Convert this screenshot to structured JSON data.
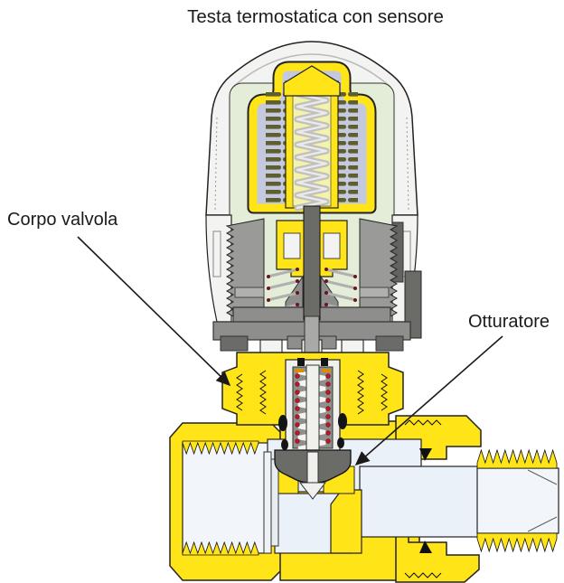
{
  "title": "Testa termostatica con sensore",
  "annotations": [
    {
      "id": "corpo-valvola",
      "text": "Corpo valvola"
    },
    {
      "id": "otturatore",
      "text": "Otturatore"
    }
  ],
  "colors": {
    "brass": "#FFE417",
    "brass_pale": "#F5F2AC",
    "lavender": "#C4C9DF",
    "liner": "#E4EDD8",
    "shell": "#F3F3F1",
    "metal": "#9A9A98",
    "metal_mid": "#8E8E8C",
    "metal_dark": "#6B6B68",
    "fin": "#5E5E2F",
    "water": "#EAF1F8",
    "bore": "#F2F5F9",
    "spring": "#C0C0BE",
    "red": "#CE1126",
    "maroon": "#6B1420",
    "orange": "#D88E00",
    "ink": "#1A1A1A",
    "bg": "#FFFFFF"
  }
}
